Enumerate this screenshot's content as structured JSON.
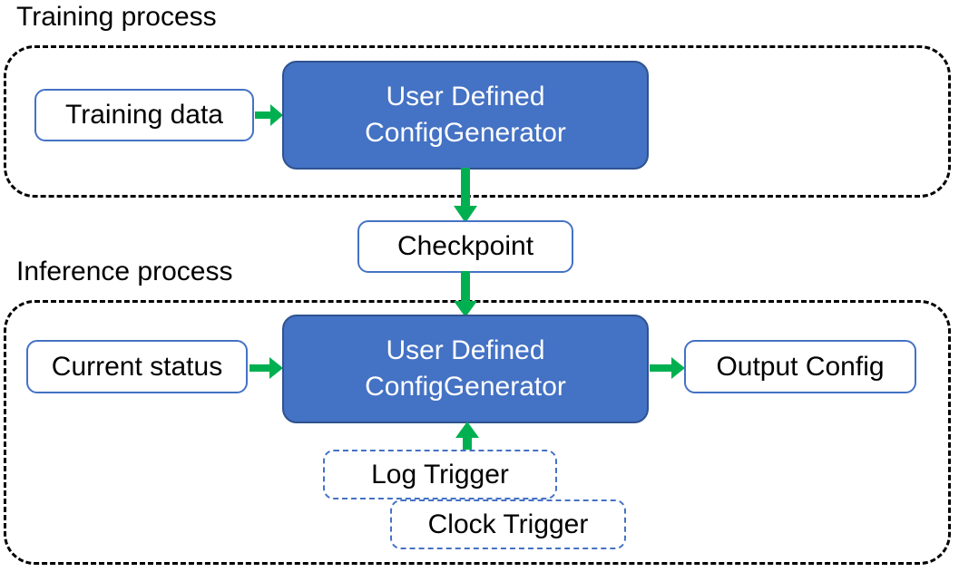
{
  "diagram": {
    "title_training": "Training process",
    "title_inference": "Inference process",
    "colors": {
      "process_fill": "#4472C4",
      "process_stroke": "#2F528F",
      "node_stroke": "#4472C4",
      "arrow": "#00B050",
      "container_stroke": "#000000",
      "text_on_fill": "#FFFFFF",
      "text": "#000000"
    },
    "training": {
      "input_label": "Training data",
      "process_line1": "User Defined",
      "process_line2": "ConfigGenerator"
    },
    "checkpoint": {
      "label": "Checkpoint"
    },
    "inference": {
      "input_label": "Current status",
      "process_line1": "User Defined",
      "process_line2": "ConfigGenerator",
      "output_label": "Output Config",
      "trigger_log": "Log Trigger",
      "trigger_clock": "Clock Trigger"
    },
    "arrows": [
      {
        "name": "training-data-to-process",
        "direction": "right"
      },
      {
        "name": "training-process-to-checkpoint",
        "direction": "down"
      },
      {
        "name": "checkpoint-to-inference-process",
        "direction": "down"
      },
      {
        "name": "current-status-to-process",
        "direction": "right"
      },
      {
        "name": "process-to-output-config",
        "direction": "right"
      },
      {
        "name": "trigger-to-process",
        "direction": "up"
      }
    ]
  }
}
